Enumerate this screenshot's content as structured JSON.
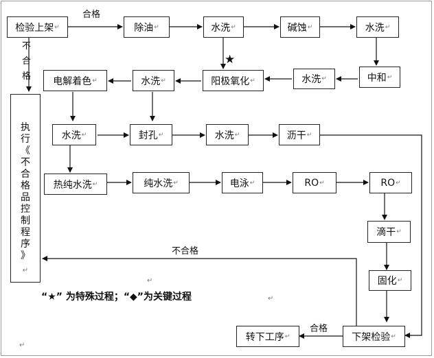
{
  "boxes": {
    "inspect_load": "检验上架",
    "degrease": "除油",
    "wash1": "水洗",
    "alkali_etch": "碱蚀",
    "wash2": "水洗",
    "neutralize": "中和",
    "wash3": "水洗",
    "anodize": "阳极氧化",
    "wash4": "水洗",
    "electrolytic_color": "电解着色",
    "wash5": "水洗",
    "seal": "封孔",
    "wash6": "水洗",
    "drain1": "沥干",
    "hot_pure_wash": "热纯水洗",
    "pure_wash": "纯水洗",
    "electrophoresis": "电泳",
    "ro1": "RO",
    "ro2": "RO",
    "drip_dry": "滴干",
    "cure": "固化",
    "unload_inspect": "下架检验",
    "next_process": "转下工序"
  },
  "vertical_box": [
    "执",
    "行",
    "《",
    "不",
    "合",
    "格",
    "品",
    "控",
    "制",
    "程",
    "序",
    "》"
  ],
  "labels": {
    "pass_top": "合格",
    "fail_left": [
      "不",
      "合",
      "格"
    ],
    "fail_bottom": "不合格",
    "pass_bottom": "合格"
  },
  "legend": "“★” 为特殊过程；“◆”为关键过程",
  "paragraph_mark": "↵",
  "star_symbol": "★"
}
